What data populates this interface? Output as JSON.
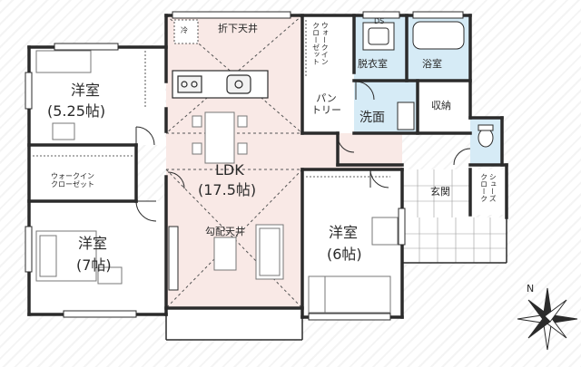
{
  "rooms": {
    "ldk_name": "LDK",
    "ldk_size": "(17.5帖)",
    "ceiling_lowered": "折下天井",
    "ceiling_sloped": "勾配天井",
    "western_nw_name": "洋室",
    "western_nw_size": "(5.25帖)",
    "western_sw_name": "洋室",
    "western_sw_size": "(7帖)",
    "western_s_name": "洋室",
    "western_s_size": "(6帖)",
    "walkin_closet_west": "ウォークイン\nクローゼット",
    "walkin_closet_north": "ウォークイン\nクローゼット",
    "pantry": "パン\nトリー",
    "dressing_room": "脱衣室",
    "bathroom": "浴室",
    "washroom": "洗面",
    "storage": "収納",
    "entrance": "玄関",
    "shoes_closet": "シューズ\nクローク",
    "fridge_mark": "冷",
    "ds_mark": "DS"
  },
  "compass": {
    "north_label": "N"
  },
  "colors": {
    "wall": "#2b2b2b",
    "ldk_floor": "#f9e9e6",
    "wet_area": "#d6ebf6",
    "room_floor": "#ffffff",
    "dashed_line": "#555555"
  }
}
